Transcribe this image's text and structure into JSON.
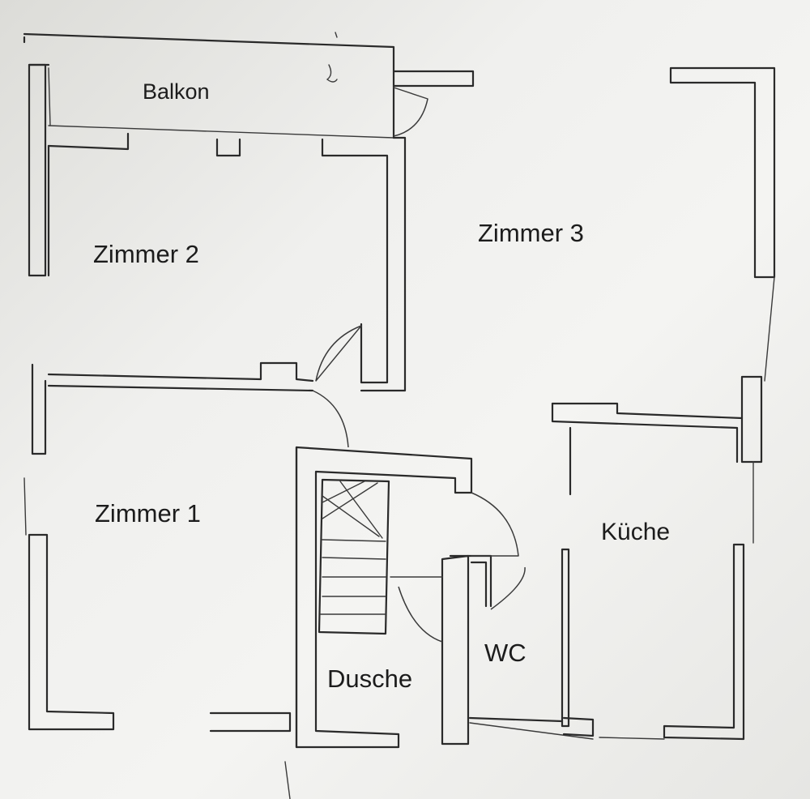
{
  "rooms": {
    "balkon": "Balkon",
    "zimmer2": "Zimmer 2",
    "zimmer3": "Zimmer 3",
    "zimmer1": "Zimmer 1",
    "kueche": "Küche",
    "wc": "WC",
    "dusche": "Dusche"
  }
}
